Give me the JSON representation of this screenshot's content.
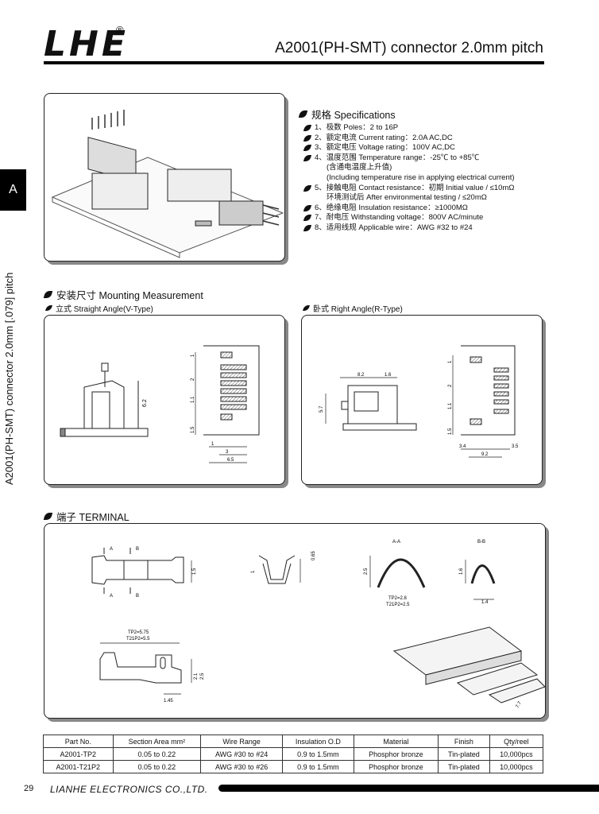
{
  "header": {
    "logo": "LHE",
    "registered": "®",
    "title": "A2001(PH-SMT) connector 2.0mm pitch"
  },
  "side": {
    "tab": "A",
    "text": "A2001(PH-SMT) connector 2.0mm [.079] pitch"
  },
  "specs": {
    "heading": "规格 Specifications",
    "items": [
      "1、极数 Poles：2 to 16P",
      "2、额定电流 Current rating：2.0A  AC,DC",
      "3、额定电压 Voltage rating：100V  AC,DC",
      "4、温度范围 Temperature range：-25℃ to +85℃",
      "5、接触电阻 Contact resistance：初期 Initial value / ≤10mΩ",
      "6、绝缘电阻 Insulation resistance：≥1000MΩ",
      "7、耐电压 Withstanding voltage：800V  AC/minute",
      "8、适用线规 Applicable wire：AWG #32 to #24"
    ],
    "item4_cont1": "(含通电温度上升值)",
    "item4_cont2": "(Including temperature rise in applying electrical current)",
    "item5_cont": "环境测试后 After environmental testing / ≤20mΩ"
  },
  "mounting": {
    "heading": "安装尺寸 Mounting Measurement",
    "straight": "立式 Straight Angle(V-Type)",
    "right": "卧式 Right Angle(R-Type)",
    "v_dims": {
      "h": "6.2",
      "p1": "1",
      "p2": "2",
      "p3": "1.1",
      "p4": "1.5",
      "b1": "1",
      "b2": "3",
      "b3": "6.5"
    },
    "r_dims": {
      "w": "8.2",
      "w2": "1.6",
      "h": "5.7",
      "p1": "1",
      "p2": "2",
      "p3": "1.1",
      "p4": "1.5",
      "b1": "3.4",
      "b2": "9.2",
      "b3": "3.5"
    }
  },
  "terminal": {
    "heading": "端子 TERMINAL",
    "label_a": "A",
    "label_b": "B",
    "aa": "A-A",
    "bb": "B-B",
    "d_15": "1.5",
    "d_065": "0.65",
    "d_1": "1",
    "d_25": "2.5",
    "d_16": "1.6",
    "d_14": "1.4",
    "tp2_28": "TP2=2.8",
    "t21_25": "T21P2=2.5",
    "tp2_575": "TP2=5.75",
    "t21_55": "T21P2=5.5",
    "d_21": "2.1",
    "d_25b": "2.5",
    "d_145": "1.45",
    "d_pitch": "7.7"
  },
  "table": {
    "headers": [
      "Part No.",
      "Section Area mm²",
      "Wire Range",
      "Insulation O.D",
      "Material",
      "Finish",
      "Qty/reel"
    ],
    "rows": [
      [
        "A2001-TP2",
        "0.05 to 0.22",
        "AWG #30 to #24",
        "0.9 to 1.5mm",
        "Phosphor bronze",
        "Tin-plated",
        "10,000pcs"
      ],
      [
        "A2001-T21P2",
        "0.05 to 0.22",
        "AWG #30 to #26",
        "0.9 to 1.5mm",
        "Phosphor bronze",
        "Tin-plated",
        "10,000pcs"
      ]
    ]
  },
  "footer": {
    "page": "29",
    "company": "LIANHE ELECTRONICS CO.,LTD."
  }
}
